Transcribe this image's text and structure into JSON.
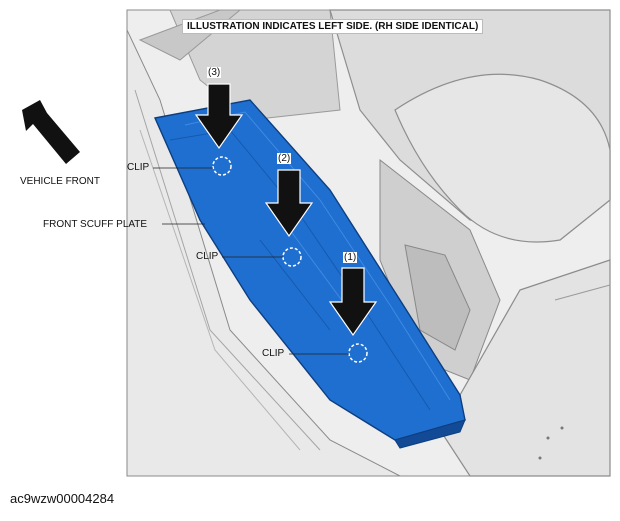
{
  "figure": {
    "banner": "ILLUSTRATION INDICATES LEFT SIDE. (RH SIDE IDENTICAL)",
    "figure_id": "ac9wzw00004284"
  },
  "labels": {
    "vehicle_front": "VEHICLE FRONT",
    "scuff_plate": "FRONT SCUFF PLATE",
    "clip": "CLIP"
  },
  "steps": [
    "(3)",
    "(2)",
    "(1)"
  ],
  "colors": {
    "plate": "#1f6fd0",
    "plate_dark": "#124a96",
    "interior": "#d9d9d9",
    "arrow": "#111111"
  }
}
